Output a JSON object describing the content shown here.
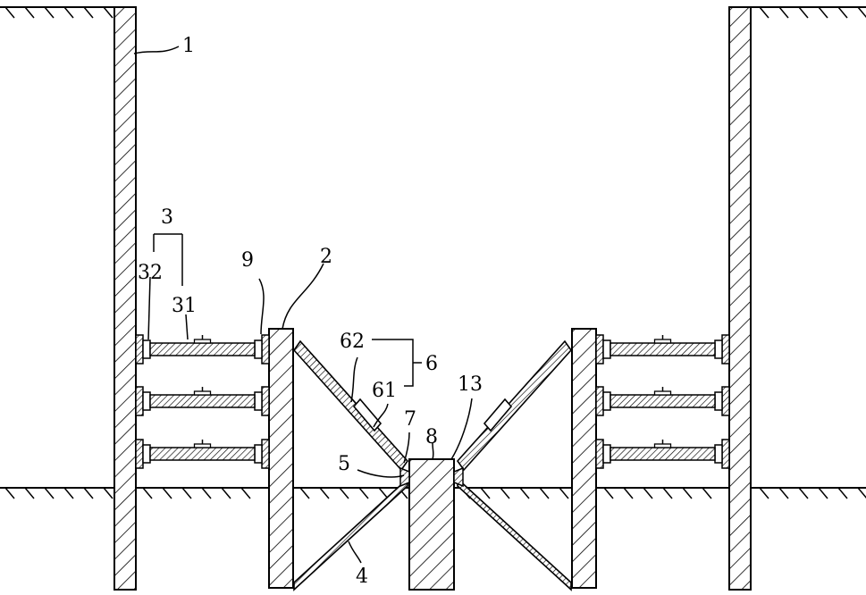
{
  "labels": {
    "l1": "1",
    "l2": "2",
    "l3": "3",
    "l31": "31",
    "l32": "32",
    "l4": "4",
    "l5": "5",
    "l6": "6",
    "l61": "61",
    "l62": "62",
    "l7": "7",
    "l8": "8",
    "l9": "9",
    "l13": "13"
  }
}
